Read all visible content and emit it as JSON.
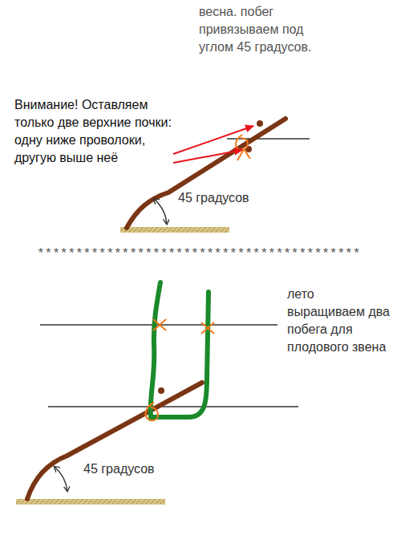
{
  "diagram": {
    "labels": [
      "весна. побег привязываем под углом 45 градусов.",
      "Внимание! Оставляем только две верхние почки: одну ниже проволоки, другую выше неё",
      "45 градусов",
      "******************************************",
      "лето выращиваем два побега для плодового звена",
      "45 градусов"
    ]
  }
}
